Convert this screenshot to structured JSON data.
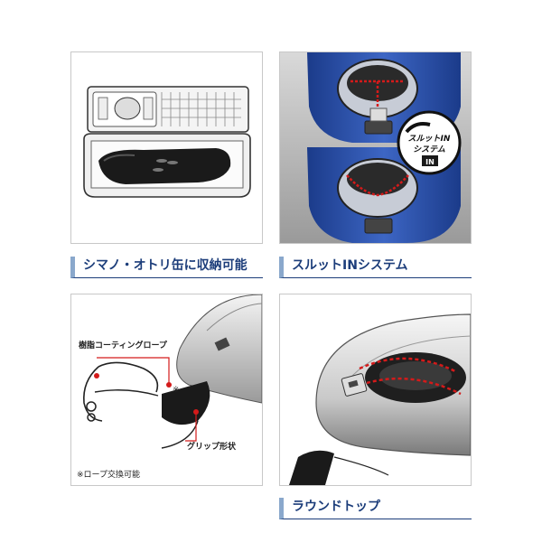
{
  "captions": {
    "storage": "シマノ・オトリ缶に収納可能",
    "slit_in": "スルットINシステム",
    "round_top": "ラウンドトップ"
  },
  "callouts": {
    "rope": "樹脂コーティングロープ",
    "grip": "グリップ形状",
    "note": "※ロープ交換可能",
    "asterisk": "※"
  },
  "badge": {
    "line1": "スルットIN",
    "line2": "システム",
    "mark": "IN"
  },
  "colors": {
    "caption_text": "#1c3d7a",
    "caption_bar": "#8aa8cc",
    "accent_red": "#d41a1a",
    "product_blue": "#2b4fa8"
  }
}
